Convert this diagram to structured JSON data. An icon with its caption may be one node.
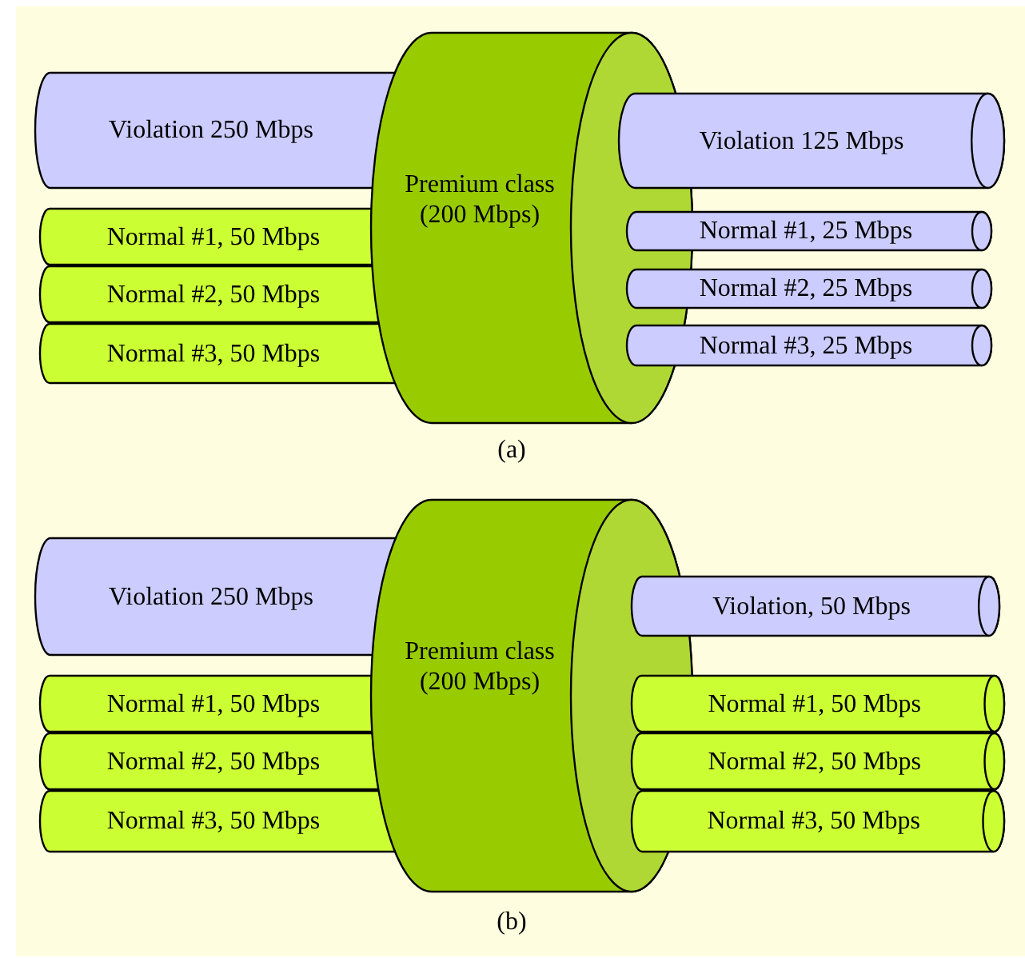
{
  "diagram": {
    "nodes": [
      {
        "text": [
          "Violation 250 Mbps"
        ]
      },
      {
        "text": [
          "Normal #1, 50 Mbps"
        ]
      },
      {
        "text": [
          "Normal #2, 50 Mbps"
        ]
      },
      {
        "text": [
          "Normal #3, 50 Mbps"
        ]
      },
      {
        "text": [
          "Premium class (200 Mbps)"
        ]
      },
      {
        "text": [
          "Violation 125 Mbps"
        ]
      },
      {
        "text": [
          "Normal #1, 25 Mbps"
        ]
      },
      {
        "text": [
          "Normal #2, 25 Mbps"
        ]
      },
      {
        "text": [
          "Normal #3, 25 Mbps"
        ]
      },
      {
        "text": [
          "Violation 250 Mbps"
        ]
      },
      {
        "text": [
          "Normal #1, 50 Mbps"
        ]
      },
      {
        "text": [
          "Normal #2, 50 Mbps"
        ]
      },
      {
        "text": [
          "Normal #3, 50 Mbps"
        ]
      },
      {
        "text": [
          "Premium class (200 Mbps)"
        ]
      },
      {
        "text": [
          "Violation, 50 Mbps"
        ]
      },
      {
        "text": [
          "Normal #1, 50 Mbps"
        ]
      },
      {
        "text": [
          "Normal #2, 50 Mbps"
        ]
      },
      {
        "text": [
          "Normal #3, 50 Mbps"
        ]
      }
    ],
    "labels": [
      "(a)",
      "(b)"
    ]
  }
}
